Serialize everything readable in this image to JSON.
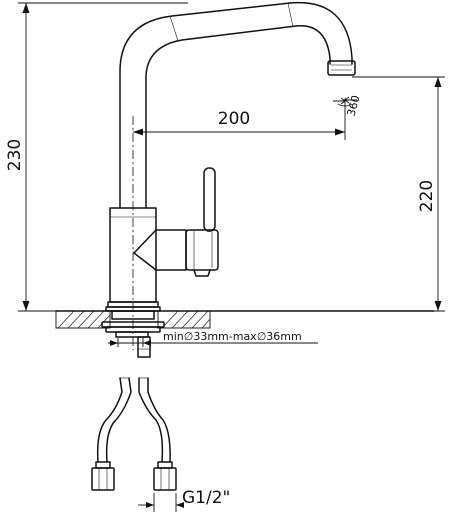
{
  "dimensions": {
    "total_height": "230",
    "spout_height": "220",
    "spout_reach": "200",
    "rotation_angle": "360",
    "mounting_hole": "min∅33mm-max∅36mm",
    "connection_thread": "G1/2\""
  },
  "colors": {
    "line": "#111111",
    "background": "#ffffff"
  }
}
